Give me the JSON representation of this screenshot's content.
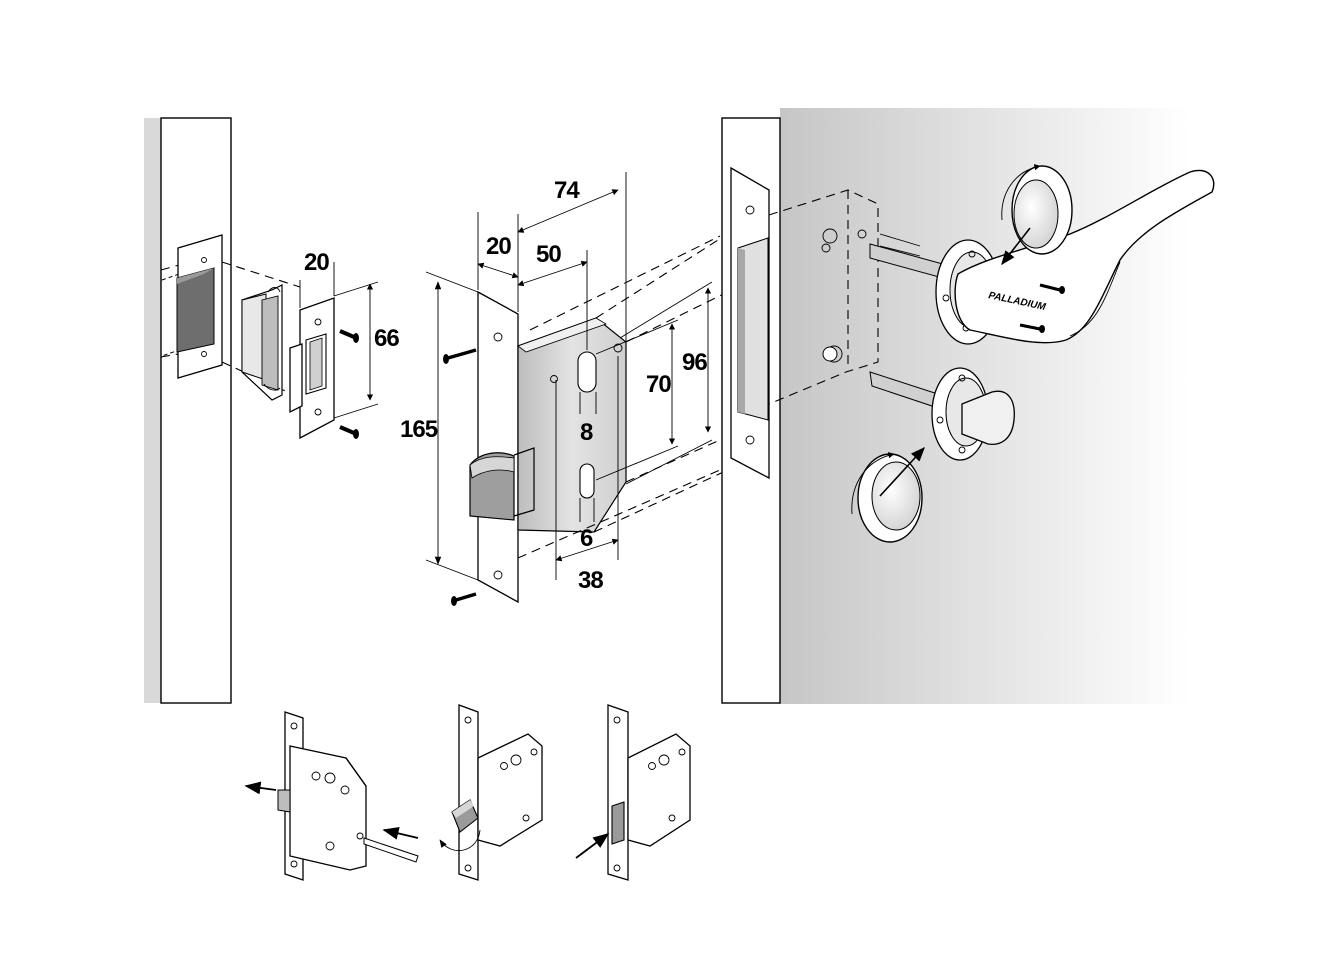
{
  "diagram": {
    "brand": "PALLADIUM",
    "dimensions": {
      "strike_width": "20",
      "strike_height": "66",
      "faceplate_width": "20",
      "backset": "50",
      "case_depth": "74",
      "faceplate_height": "165",
      "case_height": "96",
      "spindle_to_key_center": "70",
      "spindle_square": "8",
      "key_slot_width": "6",
      "key_offset": "38"
    },
    "colors": {
      "line": "#000000",
      "wall": "#f2f2f2",
      "frame_shadow": "#d9d9d9",
      "door_shade": "#c8c8c8",
      "lock_body": "#d6d6d6"
    },
    "icons": [
      "mortise-lock",
      "strike-plate",
      "lever-handle",
      "privacy-thumbturn",
      "rosette",
      "screw",
      "arrow"
    ]
  }
}
